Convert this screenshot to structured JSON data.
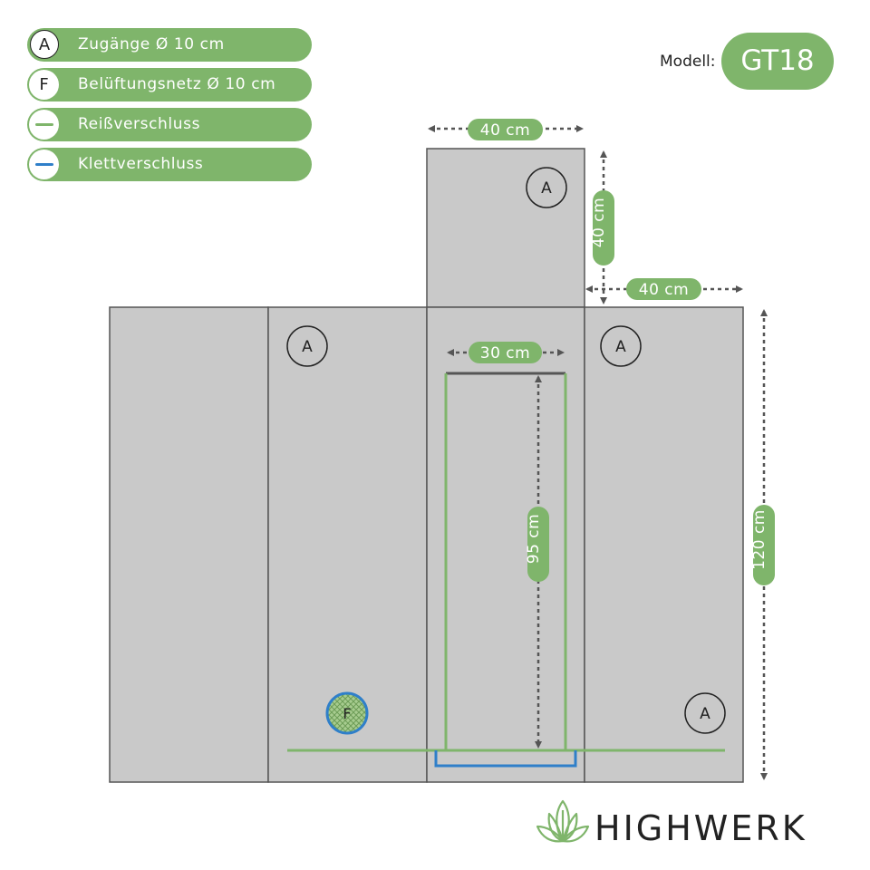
{
  "legend": [
    {
      "marker": "A",
      "label": "Zugänge Ø 10 cm"
    },
    {
      "marker": "F",
      "label": "Belüftungsnetz Ø 10 cm"
    },
    {
      "marker": "",
      "marker_color": "#7fb56b",
      "label": "Reißverschluss"
    },
    {
      "marker": "",
      "marker_color": "#2f7fc9",
      "label": "Klettverschluss"
    }
  ],
  "model": {
    "label": "Modell:",
    "value": "GT18"
  },
  "diagram": {
    "dim_top_width": "40 cm",
    "dim_top_height": "40 cm",
    "dim_side_depth": "40 cm",
    "dim_door_width": "30 cm",
    "dim_door_height": "95 cm",
    "dim_total_height": "120 cm",
    "port_label": "A",
    "vent_label": "F"
  },
  "colors": {
    "panel_fill": "#c9c9c9",
    "panel_stroke": "#555555",
    "accent_green": "#7fb56b",
    "velcro_blue": "#2f7fc9",
    "vent_blue": "#2f7fc9"
  },
  "brand": {
    "name": "HIGHWERK",
    "icon": "lotus-leaf-icon"
  }
}
